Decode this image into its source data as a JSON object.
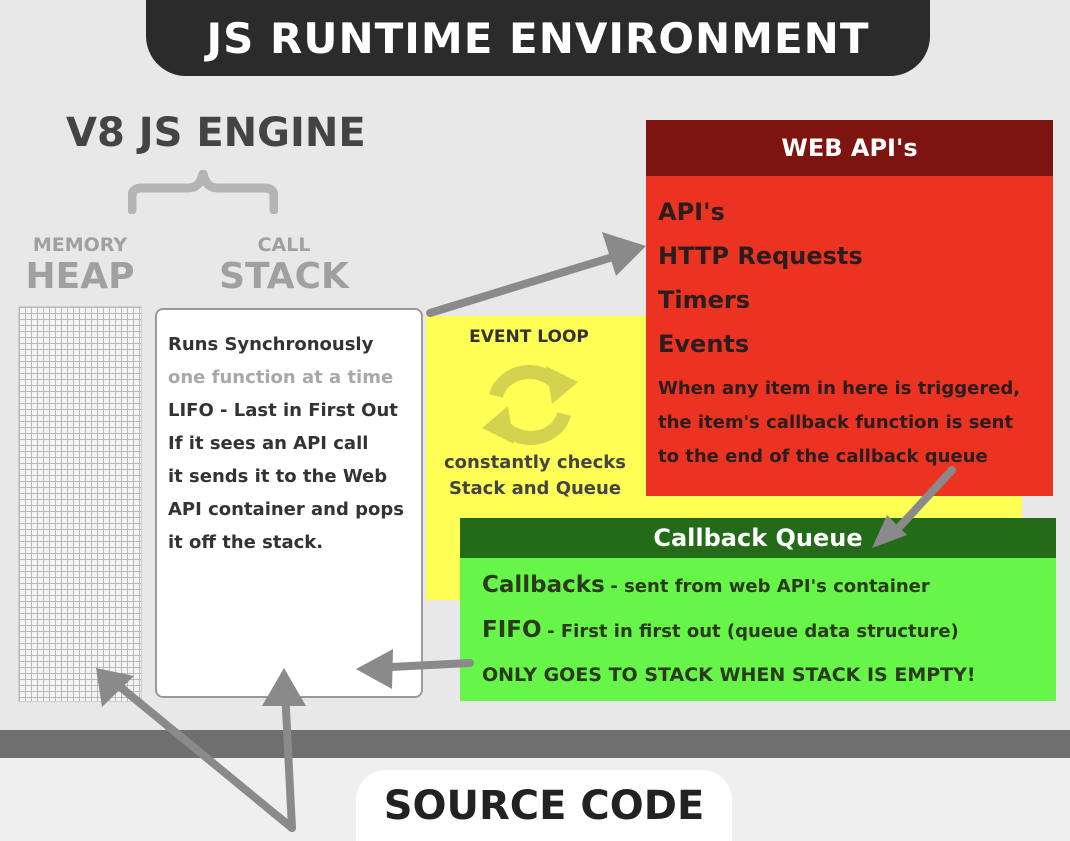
{
  "title": "JS RUNTIME ENVIRONMENT",
  "engine": {
    "title": "V8 JS ENGINE",
    "memory_label_small": "MEMORY",
    "memory_label_big": "HEAP",
    "call_label_small": "CALL",
    "call_label_big": "STACK"
  },
  "call_stack": {
    "lines": [
      "Runs Synchronously",
      "one function at a time",
      "LIFO - Last in First Out",
      "If it sees an API call",
      "it sends it to the Web",
      "API container and pops",
      "it off the stack."
    ]
  },
  "event_loop": {
    "title": "EVENT LOOP",
    "desc1": "constantly checks",
    "desc2": "Stack and Queue"
  },
  "web_api": {
    "header": "WEB API's",
    "items": [
      "API's",
      "HTTP Requests",
      "Timers",
      "Events"
    ],
    "note": [
      "When any item in here is triggered,",
      "the item's callback function is sent",
      "to the end of the callback queue"
    ]
  },
  "callback_queue": {
    "header": "Callback Queue",
    "row1_term": "Callbacks",
    "row1_desc": "- sent from web API's container",
    "row2_term": "FIFO",
    "row2_desc": "- First in first out (queue data structure)",
    "row3": "ONLY GOES TO STACK WHEN STACK IS EMPTY!"
  },
  "source_code": "SOURCE CODE",
  "colors": {
    "title_bar": "#2b2b2b",
    "web_api_box": "#ec3322",
    "web_api_header": "#7d1410",
    "callback_box": "#66f548",
    "callback_header": "#236b18",
    "event_loop_area": "#ffff55",
    "arrow": "#8a8a8a"
  }
}
